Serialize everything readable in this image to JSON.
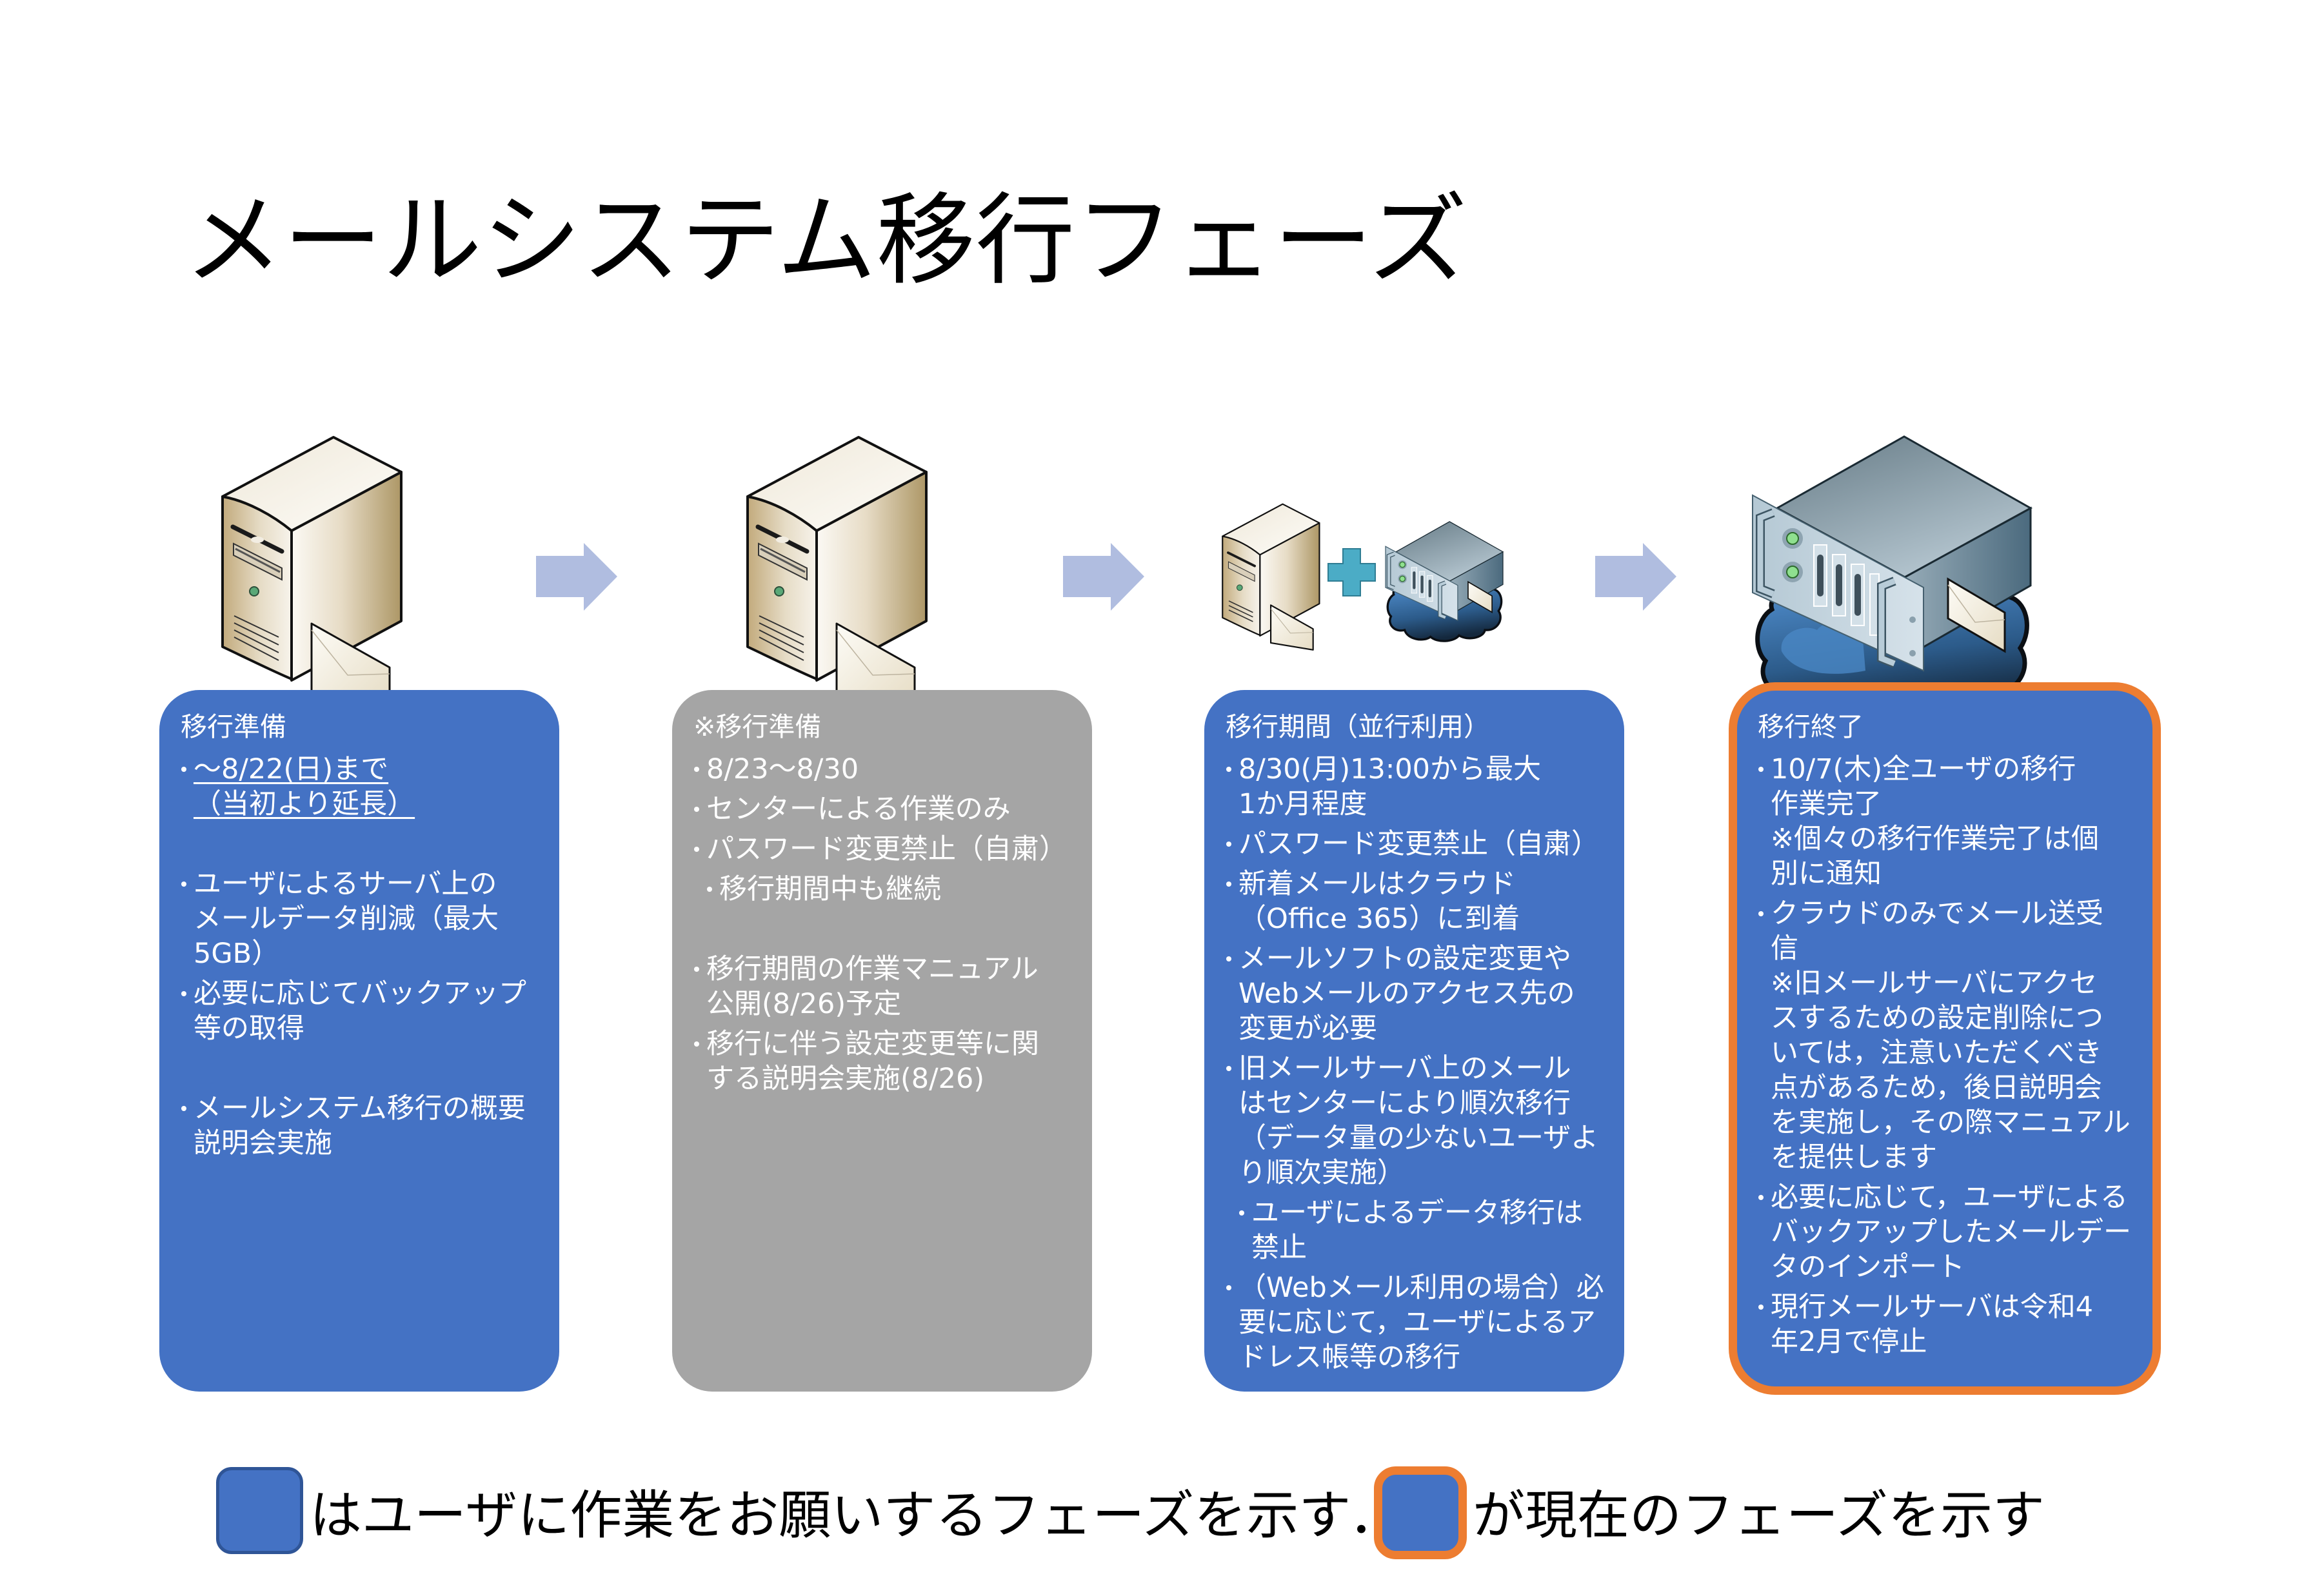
{
  "title": "メールシステム移行フェーズ",
  "colors": {
    "user_action_phase": "#4472c4",
    "center_only_phase": "#a5a5a5",
    "current_phase_border": "#ed7d31",
    "flow_arrow": "#b0bde0",
    "plus_sign": "#4bacc6"
  },
  "phases": [
    {
      "header": "移行準備",
      "type": "user-action",
      "current": false,
      "icon": "on-premise-mail-server-icon",
      "items": [
        {
          "lines": [
            "～8/22(日)まで",
            "（当初より延長）"
          ],
          "underlined": true
        },
        {
          "lines": [
            "ユーザによるサーバ上の",
            "メールデータ削減（最大",
            "5GB）"
          ]
        },
        {
          "lines": [
            "必要に応じてバックアップ",
            "等の取得"
          ]
        },
        {
          "lines": [
            "メールシステム移行の概要",
            "説明会実施"
          ]
        }
      ]
    },
    {
      "header": "※移行準備",
      "type": "center-only",
      "current": false,
      "icon": "on-premise-mail-server-icon",
      "items": [
        {
          "lines": [
            "8/23～8/30"
          ]
        },
        {
          "lines": [
            "センターによる作業のみ"
          ]
        },
        {
          "lines": [
            "パスワード変更禁止（自粛）"
          ]
        },
        {
          "lines": [
            "移行期間中も継続"
          ],
          "level": 2
        },
        {
          "lines": [
            "移行期間の作業マニュアル",
            "公開(8/26)予定"
          ]
        },
        {
          "lines": [
            "移行に伴う設定変更等に関",
            "する説明会実施(8/26)"
          ]
        }
      ]
    },
    {
      "header": "移行期間（並行利用）",
      "type": "user-action",
      "current": false,
      "icon": "on-premise-plus-cloud-server-icon",
      "items": [
        {
          "lines": [
            "8/30(月)13:00から最大",
            "1か月程度"
          ]
        },
        {
          "lines": [
            "パスワード変更禁止（自粛）"
          ]
        },
        {
          "lines": [
            "新着メールはクラウド",
            "（Office 365）に到着"
          ]
        },
        {
          "lines": [
            "メールソフトの設定変更や",
            "Webメールのアクセス先の",
            "変更が必要"
          ]
        },
        {
          "lines": [
            "旧メールサーバ上のメール",
            "はセンターにより順次移行",
            "（データ量の少ないユーザよ",
            "り順次実施）"
          ]
        },
        {
          "lines": [
            "ユーザによるデータ移行は",
            "禁止"
          ],
          "level": 2
        },
        {
          "lines": [
            "（Webメール利用の場合）必",
            "要に応じて，ユーザによるア",
            "ドレス帳等の移行"
          ]
        }
      ]
    },
    {
      "header": "移行終了",
      "type": "user-action",
      "current": true,
      "icon": "cloud-mail-server-icon",
      "items": [
        {
          "lines": [
            "10/7(木)全ユーザの移行",
            "作業完了",
            "※個々の移行作業完了は個",
            "別に通知"
          ]
        },
        {
          "lines": [
            "クラウドのみでメール送受",
            "信",
            "※旧メールサーバにアクセ",
            "スするための設定削除につ",
            "いては，注意いただくべき",
            "点があるため，後日説明会",
            "を実施し，その際マニュアル",
            "を提供します"
          ]
        },
        {
          "lines": [
            "必要に応じて，ユーザによる",
            "バックアップしたメールデー",
            "タのインポート"
          ]
        },
        {
          "lines": [
            "現行メールサーバは令和4",
            "年2月で停止"
          ]
        }
      ]
    }
  ],
  "legend": [
    {
      "swatch": "user-action-phase",
      "text": "はユーザに作業をお願いするフェーズを示す．"
    },
    {
      "swatch": "current-phase",
      "text": "が現在のフェーズを示す"
    }
  ]
}
